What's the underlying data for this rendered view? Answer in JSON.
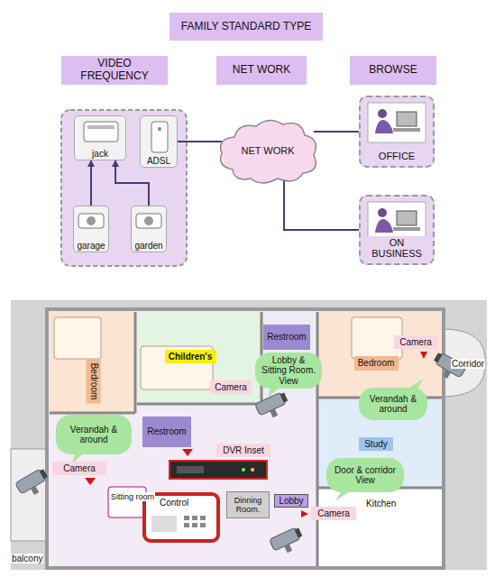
{
  "diagram": {
    "nodes": [
      {
        "text": [
          "FAMILY STANDARD TYPE"
        ]
      },
      {
        "text": [
          "VIDEO FREQUENCY"
        ]
      },
      {
        "text": [
          "NET WORK"
        ]
      },
      {
        "text": [
          "BROWSE"
        ]
      },
      {
        "text": [
          "jack"
        ]
      },
      {
        "text": [
          "ADSL"
        ]
      },
      {
        "text": [
          "garage"
        ]
      },
      {
        "text": [
          "garden"
        ]
      },
      {
        "text": [
          "NET WORK"
        ]
      },
      {
        "text": [
          "OFFICE"
        ]
      },
      {
        "text": [
          "ON BUSINESS"
        ]
      },
      {
        "text": [
          "Bedroom"
        ]
      },
      {
        "text": [
          "Children's"
        ]
      },
      {
        "text": [
          "Restroom"
        ]
      },
      {
        "text": [
          "Lobby & Sitting Room. View"
        ]
      },
      {
        "text": [
          "Camera"
        ]
      },
      {
        "text": [
          "Bedroom"
        ]
      },
      {
        "text": [
          "Camera"
        ]
      },
      {
        "text": [
          "Verandah & around"
        ]
      },
      {
        "text": [
          "Verandah & around"
        ]
      },
      {
        "text": [
          "Restroom"
        ]
      },
      {
        "text": [
          "DVR Inset"
        ]
      },
      {
        "text": [
          "Study"
        ]
      },
      {
        "text": [
          "Camera"
        ]
      },
      {
        "text": [
          "Door & corridor View"
        ]
      },
      {
        "text": [
          "Dinning Room."
        ]
      },
      {
        "text": [
          "Lobby"
        ]
      },
      {
        "text": [
          "Camera"
        ]
      }
    ],
    "edges": [
      {
        "from": 6,
        "to": 4,
        "arrow": "to"
      },
      {
        "from": 7,
        "to": 4,
        "arrow": "to"
      },
      {
        "from": 5,
        "to": 8,
        "arrow": "none"
      },
      {
        "from": 8,
        "to": 9,
        "arrow": "none"
      },
      {
        "from": 8,
        "to": 10,
        "arrow": "none"
      }
    ],
    "labels": [
      "Sitting room",
      "Control",
      "Kitchen",
      "Corridor",
      "balcony"
    ]
  }
}
